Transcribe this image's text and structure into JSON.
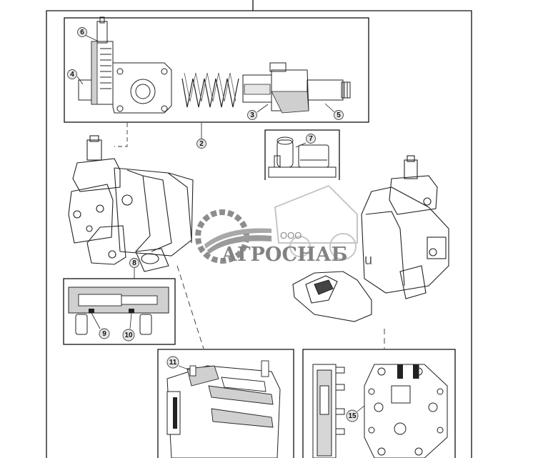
{
  "diagram": {
    "callouts": [
      {
        "id": "1",
        "label": "2"
      },
      {
        "id": "2",
        "label": "3"
      },
      {
        "id": "3",
        "label": "4"
      },
      {
        "id": "4",
        "label": "5"
      },
      {
        "id": "5",
        "label": "6"
      },
      {
        "id": "6",
        "label": "7"
      },
      {
        "id": "7",
        "label": "8"
      },
      {
        "id": "8",
        "label": "9"
      },
      {
        "id": "9",
        "label": "10"
      },
      {
        "id": "10",
        "label": "11"
      },
      {
        "id": "11",
        "label": "15"
      }
    ]
  },
  "watermark": {
    "brand": "АГРОСНАБ",
    "prefix": "ООО",
    "suffix": "u"
  }
}
